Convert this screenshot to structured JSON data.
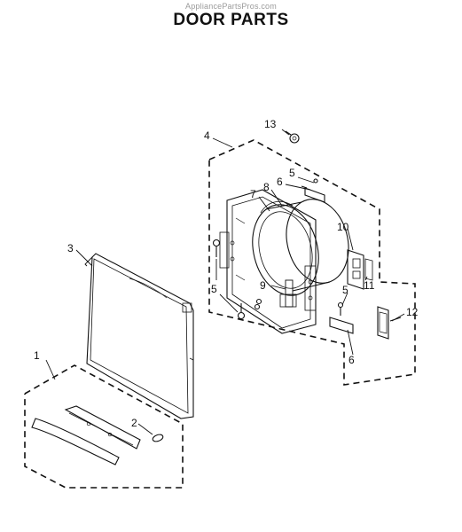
{
  "header": {
    "watermark": "AppliancePartsPros.com",
    "title": "DOOR PARTS"
  },
  "callouts": [
    {
      "id": "c1",
      "label": "1"
    },
    {
      "id": "c2",
      "label": "2"
    },
    {
      "id": "c3",
      "label": "3"
    },
    {
      "id": "c4",
      "label": "4"
    },
    {
      "id": "c5a",
      "label": "5"
    },
    {
      "id": "c5b",
      "label": "5"
    },
    {
      "id": "c5c",
      "label": "5"
    },
    {
      "id": "c6a",
      "label": "6"
    },
    {
      "id": "c6b",
      "label": "6"
    },
    {
      "id": "c7",
      "label": "7"
    },
    {
      "id": "c8",
      "label": "8"
    },
    {
      "id": "c9",
      "label": "9"
    },
    {
      "id": "c10",
      "label": "10"
    },
    {
      "id": "c11",
      "label": "11"
    },
    {
      "id": "c12",
      "label": "12"
    },
    {
      "id": "c13",
      "label": "13"
    }
  ]
}
